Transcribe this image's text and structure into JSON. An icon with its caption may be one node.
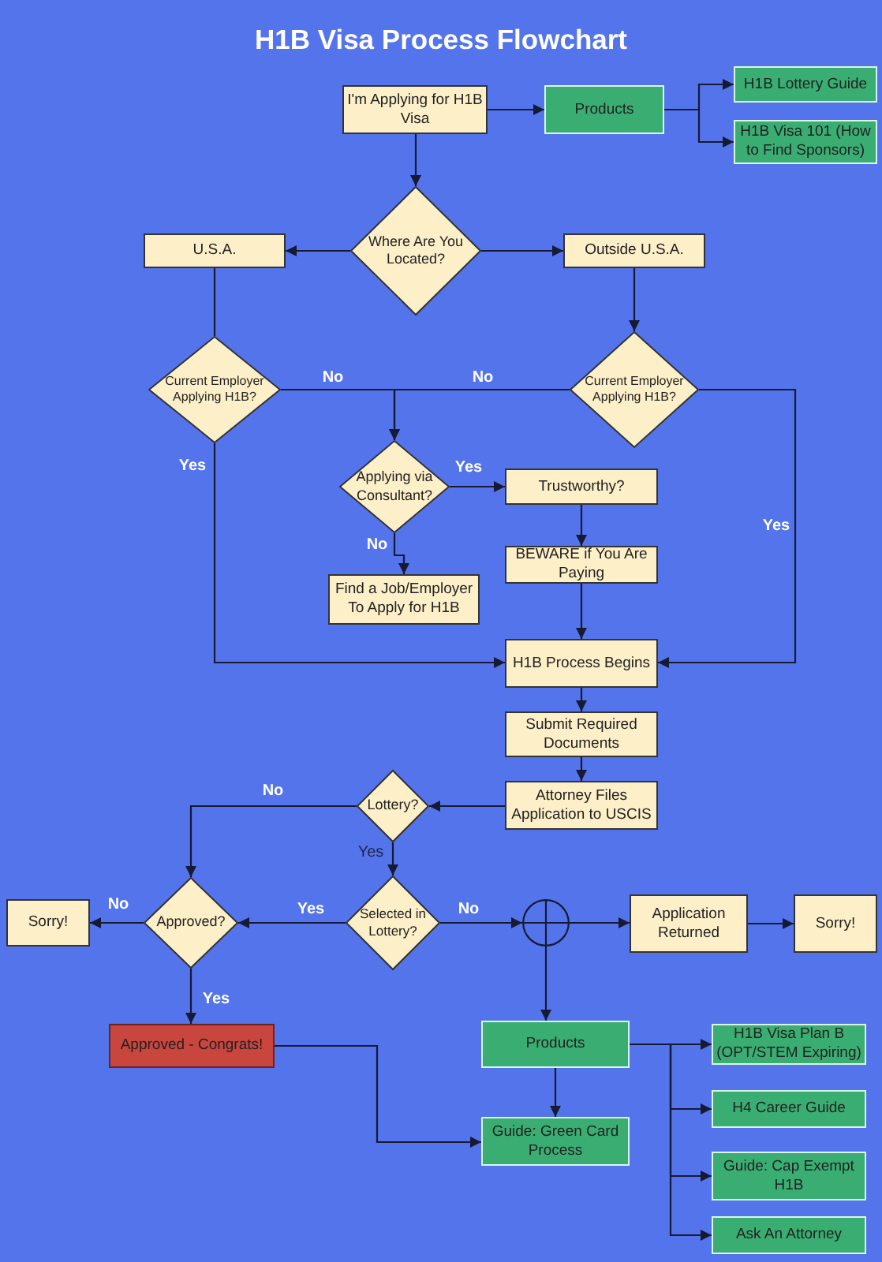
{
  "diagram": {
    "title": "H1B Visa Process Flowchart",
    "nodes": [
      {
        "text": [
          "I'm Applying for H1B Visa"
        ]
      },
      {
        "text": [
          "Products"
        ]
      },
      {
        "text": [
          "H1B Lottery Guide"
        ]
      },
      {
        "text": [
          "H1B Visa 101 (How to Find Sponsors)"
        ]
      },
      {
        "text": [
          "Where Are You Located?"
        ]
      },
      {
        "text": [
          "U.S.A."
        ]
      },
      {
        "text": [
          "Outside U.S.A."
        ]
      },
      {
        "text": [
          "Current Employer Applying H1B?"
        ]
      },
      {
        "text": [
          "Current Employer Applying H1B?"
        ]
      },
      {
        "text": [
          "Applying via Consultant?"
        ]
      },
      {
        "text": [
          "Trustworthy?"
        ]
      },
      {
        "text": [
          "BEWARE if You Are Paying"
        ]
      },
      {
        "text": [
          "Find a Job/Employer To Apply for H1B"
        ]
      },
      {
        "text": [
          "H1B Process Begins"
        ]
      },
      {
        "text": [
          "Submit Required Documents"
        ]
      },
      {
        "text": [
          "Attorney Files Application to USCIS"
        ]
      },
      {
        "text": [
          "Lottery?"
        ]
      },
      {
        "text": [
          "Selected in Lottery?"
        ]
      },
      {
        "text": [
          "Approved?"
        ]
      },
      {
        "text": [
          "Sorry!"
        ]
      },
      {
        "text": [],
        "shape": "circle"
      },
      {
        "text": [
          "Application Returned"
        ]
      },
      {
        "text": [
          "Sorry!"
        ]
      },
      {
        "text": [
          "Products"
        ]
      },
      {
        "text": [
          "Approved - Congrats!"
        ]
      },
      {
        "text": [
          "Guide: Green Card Process"
        ]
      },
      {
        "text": [
          "H1B Visa Plan B (OPT/STEM Expiring)"
        ]
      },
      {
        "text": [
          "H4 Career Guide"
        ]
      },
      {
        "text": [
          "Guide: Cap Exempt H1B"
        ]
      },
      {
        "text": [
          "Ask An Attorney"
        ]
      }
    ],
    "edges": [
      {
        "from": 0,
        "to": 1,
        "arrow": "to"
      },
      {
        "from": 0,
        "to": 4,
        "arrow": "to"
      },
      {
        "from": 1,
        "to": 2,
        "arrow": "to"
      },
      {
        "from": 1,
        "to": 3,
        "arrow": "to"
      },
      {
        "from": 4,
        "to": 5,
        "arrow": "to"
      },
      {
        "from": 4,
        "to": 6,
        "arrow": "to"
      },
      {
        "from": 5,
        "to": 7,
        "arrow": "none"
      },
      {
        "from": 6,
        "to": 8,
        "arrow": "to"
      },
      {
        "from": 7,
        "to": 9,
        "arrow": "to",
        "label": "No"
      },
      {
        "from": 8,
        "to": 9,
        "arrow": "to",
        "label": "No"
      },
      {
        "from": 7,
        "to": 13,
        "arrow": "to",
        "label": "Yes"
      },
      {
        "from": 8,
        "to": 13,
        "arrow": "to",
        "label": "Yes"
      },
      {
        "from": 9,
        "to": 10,
        "arrow": "to",
        "label": "Yes"
      },
      {
        "from": 9,
        "to": 12,
        "arrow": "to",
        "label": "No"
      },
      {
        "from": 10,
        "to": 11,
        "arrow": "to"
      },
      {
        "from": 11,
        "to": 13,
        "arrow": "to"
      },
      {
        "from": 13,
        "to": 14,
        "arrow": "to"
      },
      {
        "from": 14,
        "to": 15,
        "arrow": "to"
      },
      {
        "from": 15,
        "to": 16,
        "arrow": "to"
      },
      {
        "from": 16,
        "to": 18,
        "arrow": "to",
        "label": "No"
      },
      {
        "from": 16,
        "to": 17,
        "arrow": "to",
        "label": "Yes"
      },
      {
        "from": 17,
        "to": 18,
        "arrow": "to",
        "label": "Yes"
      },
      {
        "from": 18,
        "to": 19,
        "arrow": "to",
        "label": "No"
      },
      {
        "from": 17,
        "to": 20,
        "arrow": "to",
        "label": "No"
      },
      {
        "from": 20,
        "to": 21,
        "arrow": "to"
      },
      {
        "from": 21,
        "to": 22,
        "arrow": "to"
      },
      {
        "from": 20,
        "to": 23,
        "arrow": "to"
      },
      {
        "from": 18,
        "to": 24,
        "arrow": "to",
        "label": "Yes"
      },
      {
        "from": 24,
        "to": 25,
        "arrow": "to"
      },
      {
        "from": 23,
        "to": 25,
        "arrow": "to"
      },
      {
        "from": 23,
        "to": 26,
        "arrow": "to"
      },
      {
        "from": 23,
        "to": 27,
        "arrow": "to"
      },
      {
        "from": 23,
        "to": 28,
        "arrow": "to"
      },
      {
        "from": 23,
        "to": 29,
        "arrow": "to"
      }
    ]
  }
}
